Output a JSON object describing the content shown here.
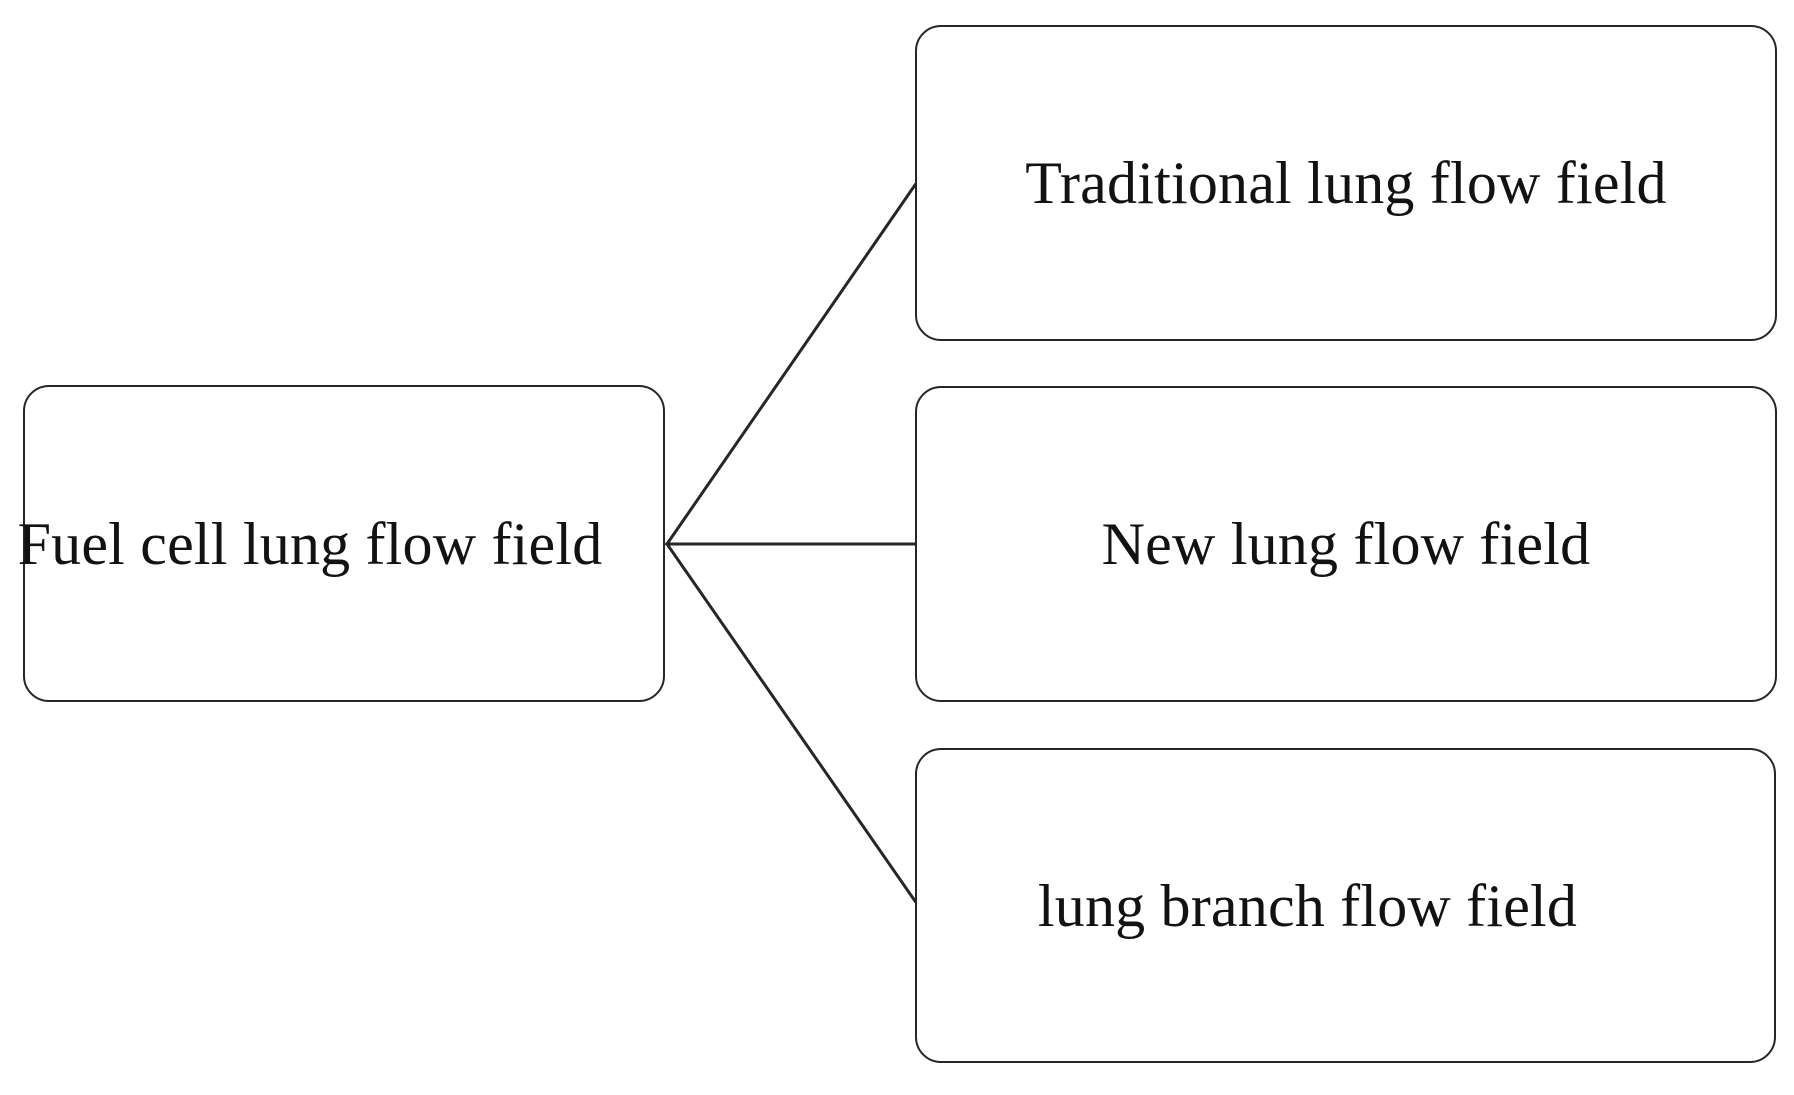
{
  "diagram": {
    "type": "tree",
    "orientation": "left-to-right",
    "root": {
      "id": "root",
      "label": "Fuel cell lung flow field"
    },
    "branches": [
      {
        "id": "traditional",
        "label": "Traditional lung flow field"
      },
      {
        "id": "new",
        "label": "New lung flow field"
      },
      {
        "id": "branch",
        "label": "lung branch flow field"
      }
    ],
    "connectors": [
      {
        "id": "root-to-traditional",
        "from": "root",
        "to": "traditional",
        "style": "straight-diagonal"
      },
      {
        "id": "root-to-new",
        "from": "root",
        "to": "new",
        "style": "straight-horizontal"
      },
      {
        "id": "root-to-branch",
        "from": "root",
        "to": "branch",
        "style": "straight-diagonal"
      }
    ],
    "colors": {
      "background": "#ffffff",
      "node_border": "#262626",
      "node_fill": "#ffffff",
      "text": "#121212",
      "connector": "#262626"
    }
  }
}
